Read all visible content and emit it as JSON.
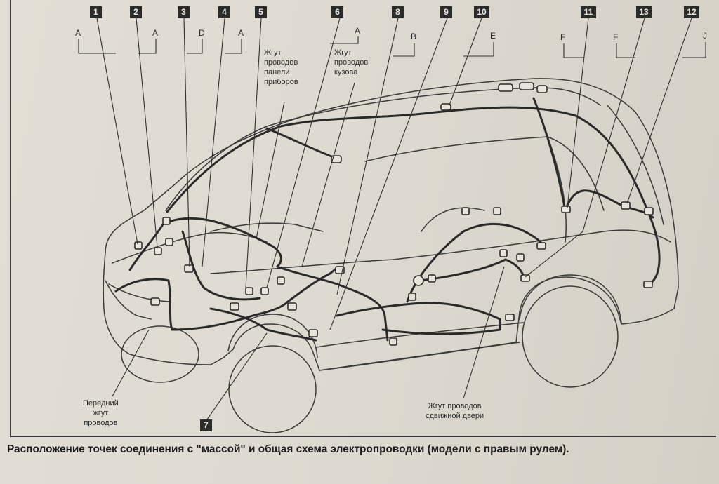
{
  "callouts": {
    "n1": "1",
    "n2": "2",
    "n3": "3",
    "n4": "4",
    "n5": "5",
    "n6": "6",
    "n7": "7",
    "n8": "8",
    "n9": "9",
    "n10": "10",
    "n11": "11",
    "n12": "12",
    "n13": "13"
  },
  "letters": {
    "l1": "A",
    "l2": "A",
    "l3": "D",
    "l4": "A",
    "l6": "A",
    "l8": "B",
    "l10": "E",
    "l11": "F",
    "l13": "F",
    "l12": "J"
  },
  "labels": {
    "instrument_harness": "Жгут\nпроводов\nпанели\nприборов",
    "body_harness": "Жгут\nпроводов\nкузова",
    "front_harness": "Передний\nжгут\nпроводов",
    "slide_door_harness": "Жгут проводов\nсдвижной двери"
  },
  "caption": "Расположение точек соединения с \"массой\" и общая схема электропроводки (модели с правым рулем).",
  "colors": {
    "ink": "#2b2b2b",
    "paper": "#dedad1"
  }
}
